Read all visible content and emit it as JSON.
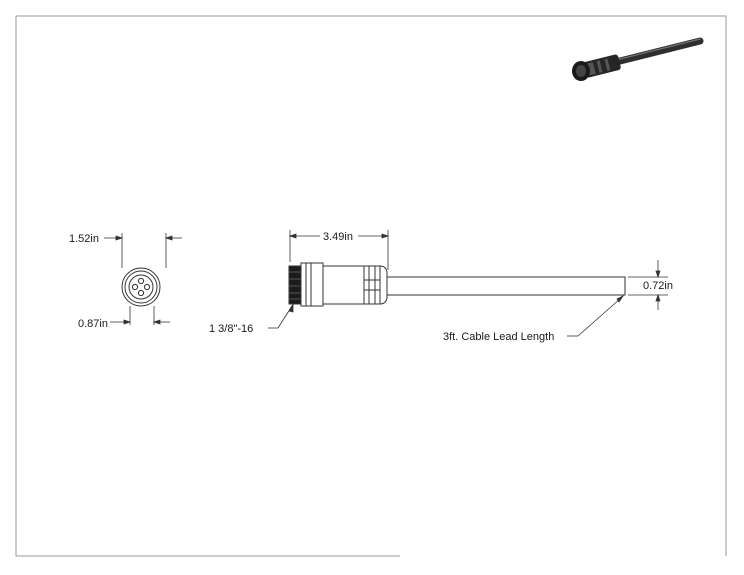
{
  "dimensions": {
    "face_outer": "1.52in",
    "face_inner": "0.87in",
    "connector_length": "3.49in",
    "thread": "1 3/8\"-16",
    "cable_diameter": "0.72in",
    "cable_length": "3ft. Cable Lead Length"
  },
  "colors": {
    "line": "#333333",
    "sheet_border": "#999999",
    "body_fill": "#ffffff",
    "knurl_fill": "#1c1c1c",
    "cable_render": "#2e2e2e"
  }
}
